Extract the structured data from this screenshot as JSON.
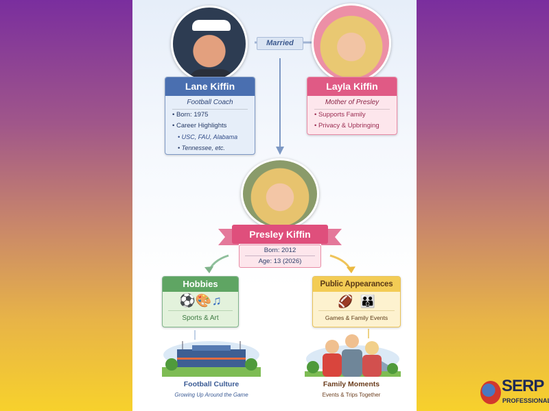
{
  "married_label": "Married",
  "lane": {
    "name": "Lane Kiffin",
    "role": "Football Coach",
    "items": [
      "Born: 1975",
      "Career Highlights"
    ],
    "subitems": [
      "USC, FAU, Alabama",
      "Tennessee, etc."
    ]
  },
  "layla": {
    "name": "Layla Kiffin",
    "role": "Mother of Presley",
    "items": [
      "Supports Family",
      "Privacy & Upbringing"
    ]
  },
  "presley": {
    "name": "Presley Kiffin",
    "born": "Born: 2012",
    "age": "Age: 13 (2026)"
  },
  "hobbies": {
    "title": "Hobbies",
    "caption": "Sports & Art"
  },
  "public": {
    "title": "Public Appearances",
    "caption": "Games & Family Events"
  },
  "football_culture": {
    "title": "Football Culture",
    "subtitle": "Growing Up Around the Game"
  },
  "family_moments": {
    "title": "Family Moments",
    "subtitle": "Events & Trips Together"
  },
  "logo": {
    "name": "SERP",
    "tagline": "PROFESSIONALS"
  },
  "colors": {
    "blue": "#4a6fb0",
    "pink": "#e05a85",
    "green": "#5fa563",
    "gold": "#f3cc55"
  }
}
